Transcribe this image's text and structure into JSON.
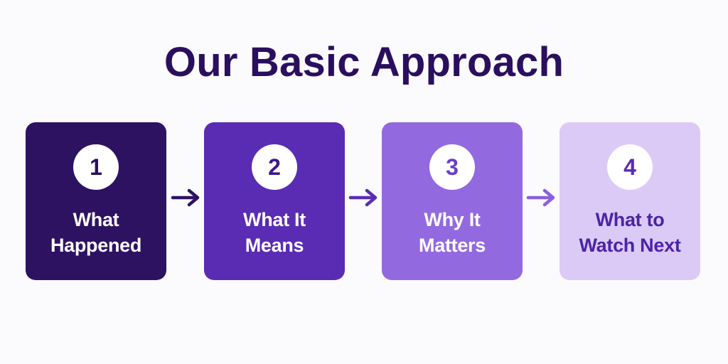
{
  "title": "Our Basic Approach",
  "colors": {
    "title": "#2a0f5e",
    "step1": "#2e1262",
    "step2": "#5a2cb4",
    "step3": "#9369e0",
    "step4": "#dccaf6",
    "arrow1": "#2e1262",
    "arrow2": "#5a2cb4",
    "arrow3": "#8a5fdc"
  },
  "steps": [
    {
      "number": "1",
      "label_lines": [
        "What",
        "Happened"
      ]
    },
    {
      "number": "2",
      "label_lines": [
        "What It",
        "Means"
      ]
    },
    {
      "number": "3",
      "label_lines": [
        "Why It",
        "Matters"
      ]
    },
    {
      "number": "4",
      "label_lines": [
        "What to",
        "Watch Next"
      ]
    }
  ],
  "arrows": [
    {
      "icon": "arrow-right-icon"
    },
    {
      "icon": "arrow-right-icon"
    },
    {
      "icon": "arrow-right-icon"
    }
  ]
}
